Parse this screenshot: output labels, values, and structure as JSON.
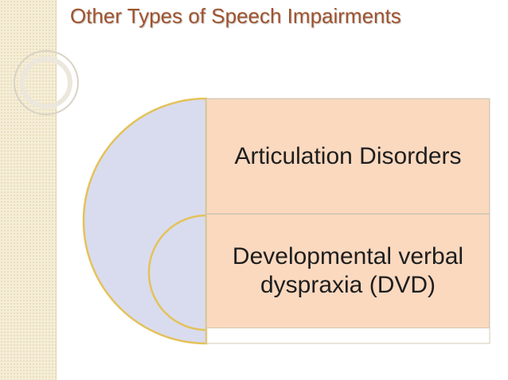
{
  "slide": {
    "title": "Other Types of Speech Impairments"
  },
  "diagram": {
    "items": [
      {
        "label": "Articulation Disorders"
      },
      {
        "label": "Developmental verbal dyspraxia (DVD)"
      }
    ]
  },
  "colors": {
    "title": "#a0522d",
    "box_fill": "#fad9bf",
    "half_circle_fill": "#d9dcef",
    "ring_stroke": "#e4c25a",
    "background_strip": "#f5edd6"
  }
}
